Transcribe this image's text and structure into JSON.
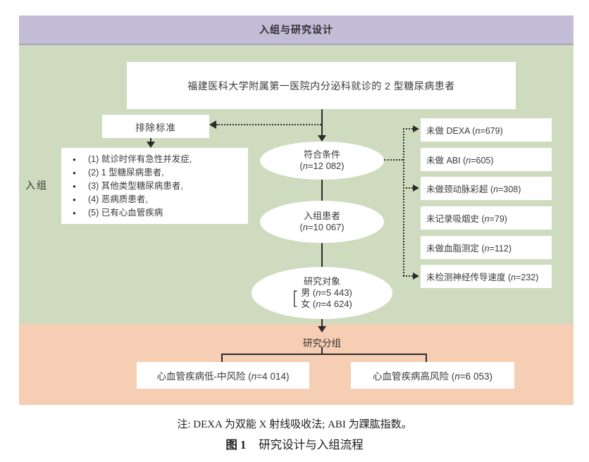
{
  "header": {
    "title": "入组与研究设计"
  },
  "side_label": "入组",
  "flow": {
    "source_box": "福建医科大学附属第一医院内分泌科就诊的 2 型糖尿病患者",
    "exclusion": {
      "title": "排除标准",
      "items": [
        "(1) 就诊时伴有急性并发症,",
        "(2) 1 型糖尿病患者,",
        "(3) 其他类型糖尿病患者,",
        "(4) 恶病质患者,",
        "(5) 已有心血管疾病"
      ]
    },
    "stages": [
      {
        "label": "符合条件",
        "count": "(n=12 082)"
      },
      {
        "label": "入组患者",
        "count": "(n=10 067)"
      },
      {
        "label": "研究对象",
        "male": "男 (n=5 443)",
        "female": "女 (n=4 624)"
      }
    ],
    "excluded_boxes": [
      "未做 DEXA (n=679)",
      "未做 ABI (n=605)",
      "未做颈动脉彩超 (n=308)",
      "未记录吸烟史 (n=79)",
      "未做血脂测定 (n=112)",
      "未检测神经传导速度 (n=232)"
    ],
    "grouping": {
      "label": "研究分组",
      "groups": [
        "心血管疾病低-中风险 (n=4 014)",
        "心血管疾病高风险 (n=6 053)"
      ]
    }
  },
  "footer": {
    "note": "注: DEXA 为双能 X 射线吸收法; ABI 为踝肱指数。",
    "caption_label": "图 1",
    "caption_title": "研究设计与入组流程"
  },
  "colors": {
    "header_bg": "#c3bcd6",
    "enrollment_bg": "#cfdbbe",
    "grouping_bg": "#f6ceb3",
    "box_bg": "#ffffff",
    "line": "#2b2b2b"
  }
}
